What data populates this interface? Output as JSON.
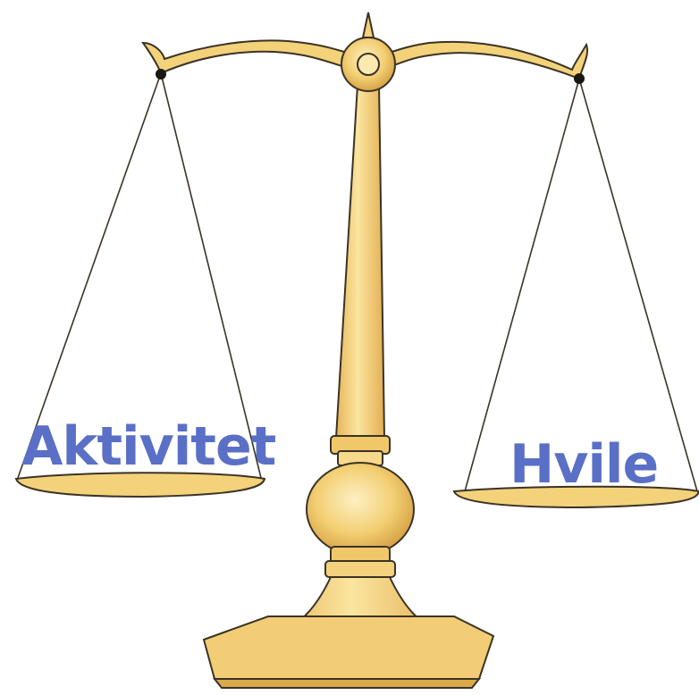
{
  "scale": {
    "left_pan_label": "Aktivitet",
    "right_pan_label": "Hvile",
    "icon": "balance-scale-illustration"
  },
  "colors": {
    "brass": "#f3d27a",
    "brass_shadow": "#d9a94a",
    "outline": "#3a3326",
    "label": "#5a6fc6",
    "background": "#ffffff"
  }
}
